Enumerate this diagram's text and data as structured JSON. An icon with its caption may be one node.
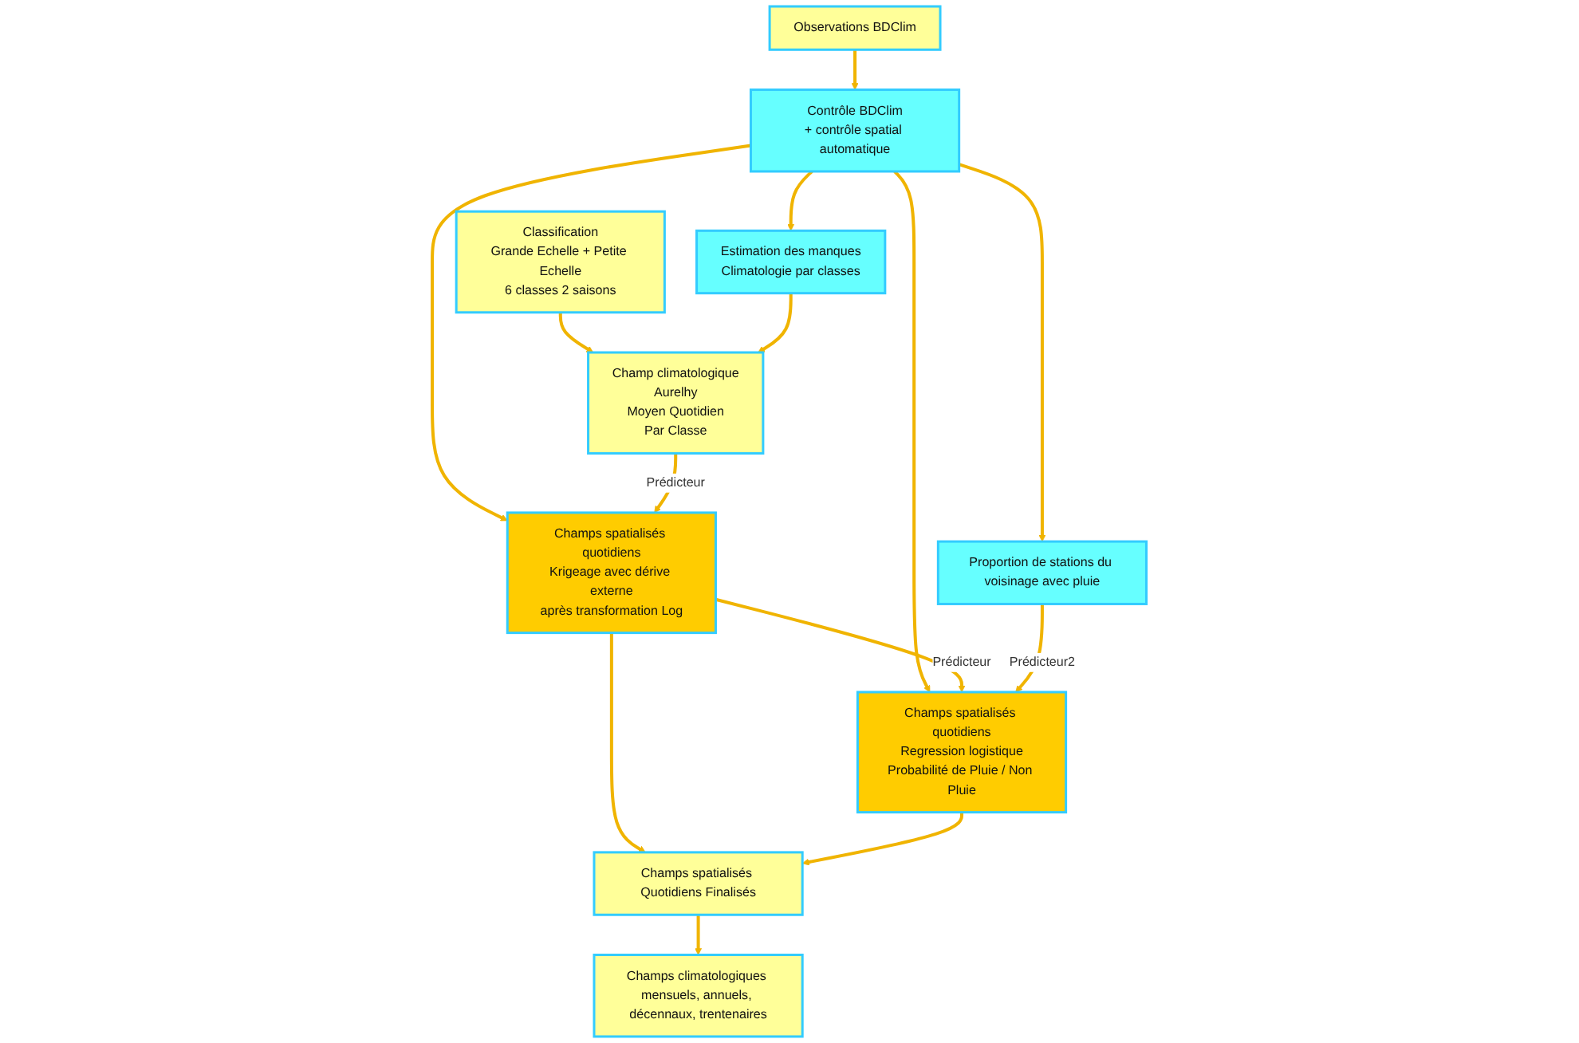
{
  "diagram": {
    "nodes": [
      {
        "text": [
          "Classification",
          "Grande Echelle + Petite Echelle",
          "6 classes 2 saisons"
        ]
      },
      {
        "text": [
          "Observations BDClim"
        ]
      },
      {
        "text": [
          "Estimation des manques",
          "Climatologie par classes"
        ]
      },
      {
        "text": [
          "Contrôle BDClim",
          "+ contrôle spatial automatique"
        ]
      },
      {
        "text": [
          "Proportion de stations du voisinage avec pluie"
        ]
      },
      {
        "text": [
          "Champ climatologique",
          "Aurelhy",
          "Moyen Quotidien",
          "Par Classe"
        ]
      },
      {
        "text": [
          "Champs spatialisés quotidiens",
          "Krigeage avec dérive externe",
          "après transformation Log"
        ]
      },
      {
        "text": [
          "Champs spatialisés quotidiens",
          "Regression logistique",
          "Probabilité de Pluie / Non Pluie"
        ]
      },
      {
        "text": [
          "Champs spatialisés Quotidiens Finalisés"
        ]
      },
      {
        "text": [
          "Champs climatologiques mensuels, annuels, décennaux, trentenaires"
        ]
      }
    ],
    "edges": [
      {
        "from": 0,
        "to": 5,
        "arrow": "to"
      },
      {
        "from": 1,
        "to": 3,
        "arrow": "to"
      },
      {
        "from": 3,
        "to": 2,
        "arrow": "to"
      },
      {
        "from": 3,
        "to": 4,
        "arrow": "to"
      },
      {
        "from": 2,
        "to": 5,
        "arrow": "to"
      },
      {
        "from": 3,
        "to": 6,
        "arrow": "to"
      },
      {
        "from": 3,
        "to": 7,
        "arrow": "to"
      },
      {
        "from": 5,
        "to": 6,
        "label": "Prédicteur",
        "arrow": "to"
      },
      {
        "from": 6,
        "to": 7,
        "label": "Prédicteur",
        "arrow": "to"
      },
      {
        "from": 4,
        "to": 7,
        "label": "Prédicteur2",
        "arrow": "to"
      },
      {
        "from": 6,
        "to": 8,
        "arrow": "to"
      },
      {
        "from": 7,
        "to": 8,
        "arrow": "to"
      },
      {
        "from": 8,
        "to": 9,
        "arrow": "to"
      }
    ]
  }
}
